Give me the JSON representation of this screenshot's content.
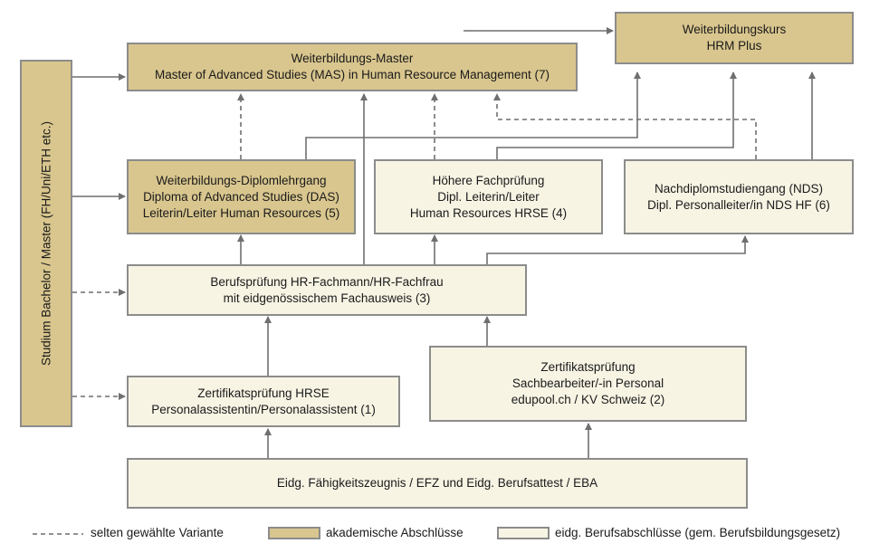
{
  "side_label": "Studium Bachelor / Master (FH/Uni/ETH etc.)",
  "boxes": {
    "mas": [
      "Weiterbildungs-Master",
      "Master of Advanced Studies (MAS) in Human Resource Management (7)"
    ],
    "hrm": [
      "Weiterbildungskurs",
      "HRM Plus"
    ],
    "das": [
      "Weiterbildungs-Diplomlehrgang",
      "Diploma of Advanced Studies (DAS)",
      "Leiterin/Leiter Human Resources (5)"
    ],
    "hfp": [
      "Höhere Fachprüfung",
      "Dipl. Leiterin/Leiter",
      "Human Resources HRSE (4)"
    ],
    "nds": [
      "Nachdiplomstudiengang (NDS)",
      "Dipl. Personalleiter/in NDS HF (6)"
    ],
    "bp": [
      "Berufsprüfung HR-Fachmann/HR-Fachfrau",
      "mit eidgenössischem Fachausweis (3)"
    ],
    "zp_hrse": [
      "Zertifikatsprüfung HRSE",
      "Personalassistentin/Personalassistent (1)"
    ],
    "zp_sb": [
      "Zertifikatsprüfung",
      "Sachbearbeiter/-in Personal",
      "edupool.ch / KV Schweiz (2)"
    ],
    "efz": [
      "Eidg. Fähigkeitszeugnis / EFZ und Eidg. Berufsattest / EBA"
    ]
  },
  "legend": {
    "dashed": "selten gewählte Variante",
    "academic": "akademische Abschlüsse",
    "vocational": "eidg. Berufsabschlüsse (gem. Berufsbildungsgesetz)"
  },
  "colors": {
    "academic_fill": "#d9c68e",
    "vocational_fill": "#f8f4e4",
    "border": "#8c8c8c",
    "line": "#6f6f6f"
  }
}
